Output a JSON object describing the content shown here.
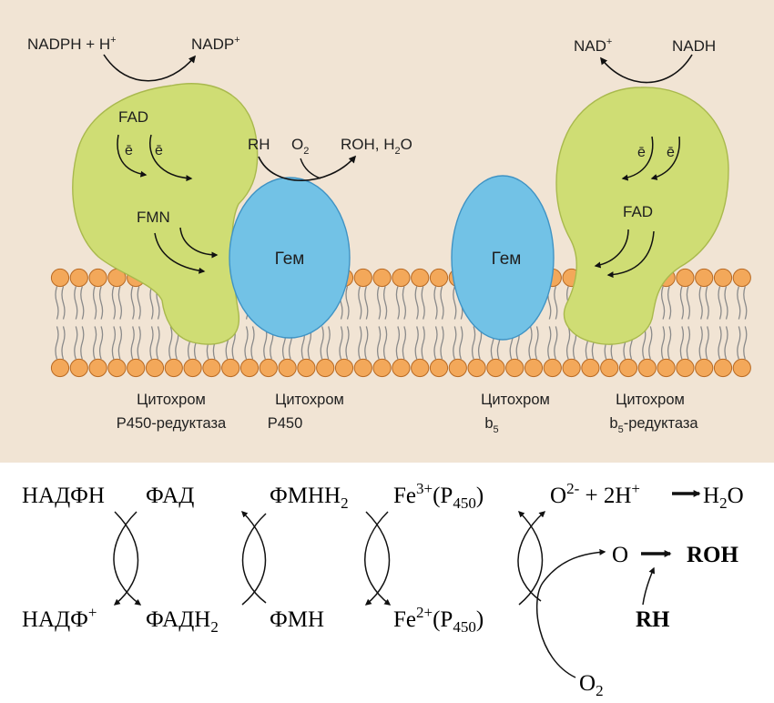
{
  "colors": {
    "panel_bg": "#f1e4d4",
    "reductase": "#cfdd74",
    "reductase_edge": "#a9b94d",
    "heme": "#72c2e6",
    "heme_edge": "#3f93c4",
    "lipid_head": "#f3a85a",
    "lipid_edge": "#b86a24",
    "arrow": "#111111"
  },
  "top": {
    "left_cofactor_in": "NADPH + H",
    "left_cofactor_in_sup": "+",
    "left_cofactor_out": "NADP",
    "left_cofactor_out_sup": "+",
    "right_cofactor_out": "NAD",
    "right_cofactor_out_sup": "+",
    "right_cofactor_in": "NADH",
    "fad_left": "FAD",
    "fmn": "FMN",
    "fad_right": "FAD",
    "electron": "ē",
    "substrate": "RH",
    "oxygen": "O",
    "oxygen_sub": "2",
    "product": "ROH, H",
    "product_sub": "2",
    "product_tail": "O",
    "heme_label": "Гем",
    "labels": {
      "p450_reductase_line1": "Цитохром",
      "p450_reductase_line2": "Р450-редуктаза",
      "p450_line1": "Цитохром",
      "p450_line2": "Р450",
      "b5_line1": "Цитохром",
      "b5_line2": "b",
      "b5_line2_sub": "5",
      "b5_reductase_line1": "Цитохром",
      "b5_reductase_line2": "b",
      "b5_reductase_line2_sub": "5",
      "b5_reductase_line2_tail": "-редуктаза"
    }
  },
  "bottom": {
    "nadph": "НАДФН",
    "fad": "ФАД",
    "fmnh2": "ФМНН",
    "fmnh2_sub": "2",
    "fe3": "Fe",
    "fe3_sup": "3+",
    "fe3_tail": "(P",
    "fe3_sub": "450",
    "fe3_close": ")",
    "o2minus": "O",
    "o2minus_sup": "2-",
    "o2minus_tail": " + 2H",
    "o2minus_tail_sup": "+",
    "water": "H",
    "water_sub": "2",
    "water_tail": "O",
    "nadp": "НАДФ",
    "nadp_sup": "+",
    "fadh2": "ФАДН",
    "fadh2_sub": "2",
    "fmn": "ФМН",
    "fe2": "Fe",
    "fe2_sup": "2+",
    "fe2_tail": "(P",
    "fe2_sub": "450",
    "fe2_close": ")",
    "atomic_o": "O",
    "roh": "ROH",
    "rh": "RH",
    "o2": "O",
    "o2_sub": "2"
  }
}
